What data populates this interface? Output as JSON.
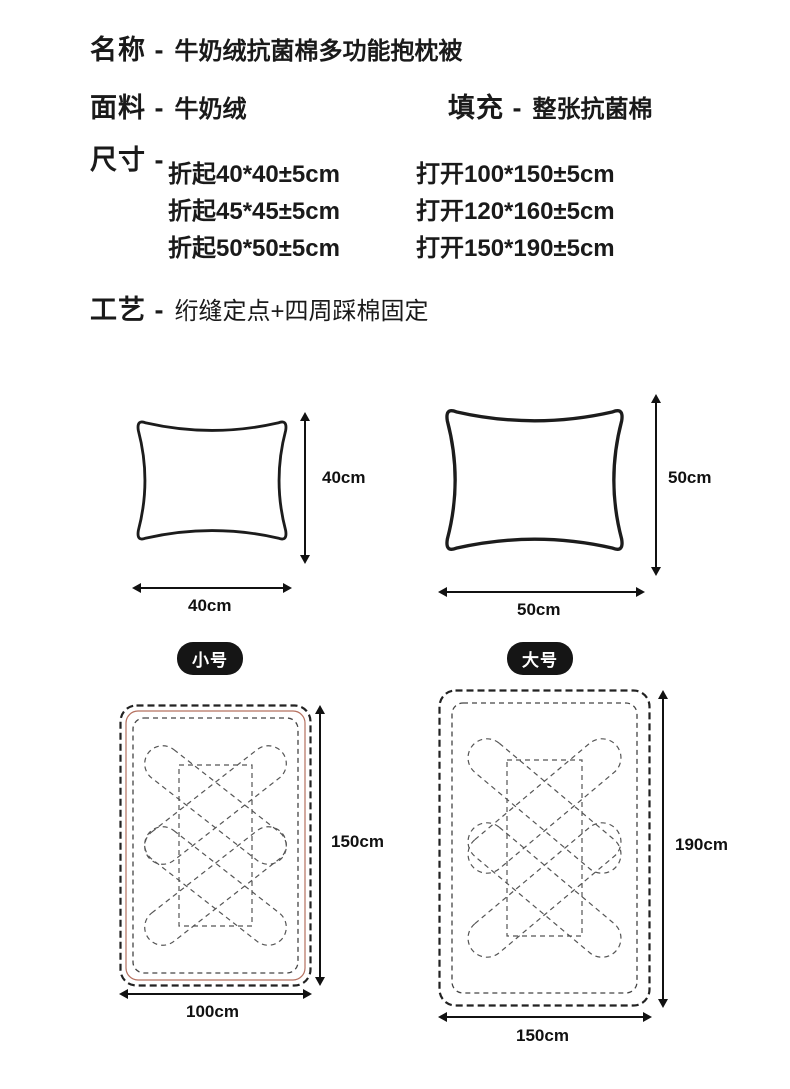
{
  "specs": {
    "name_label": "名称 -",
    "name_value": "牛奶绒抗菌棉多功能抱枕被",
    "fabric_label": "面料 -",
    "fabric_value": "牛奶绒",
    "filling_label": "填充 -",
    "filling_value": "整张抗菌棉",
    "size_label": "尺寸 -",
    "size_rows": [
      {
        "folded": "折起40*40±5cm",
        "open": "打开100*150±5cm"
      },
      {
        "folded": "折起45*45±5cm",
        "open": "打开120*160±5cm"
      },
      {
        "folded": "折起50*50±5cm",
        "open": "打开150*190±5cm"
      }
    ],
    "craft_label": "工艺 -",
    "craft_value": "绗缝定点+四周踩棉固定"
  },
  "diagrams": {
    "small_pillow": {
      "badge": "小号",
      "width_label": "40cm",
      "height_label": "40cm"
    },
    "large_pillow": {
      "badge": "大号",
      "width_label": "50cm",
      "height_label": "50cm"
    },
    "small_blanket": {
      "width_label": "100cm",
      "height_label": "150cm"
    },
    "large_blanket": {
      "width_label": "150cm",
      "height_label": "190cm"
    }
  },
  "colors": {
    "text": "#1a1a1a",
    "badge_bg": "#151515",
    "blanket_inner_line": "#b4705f"
  }
}
